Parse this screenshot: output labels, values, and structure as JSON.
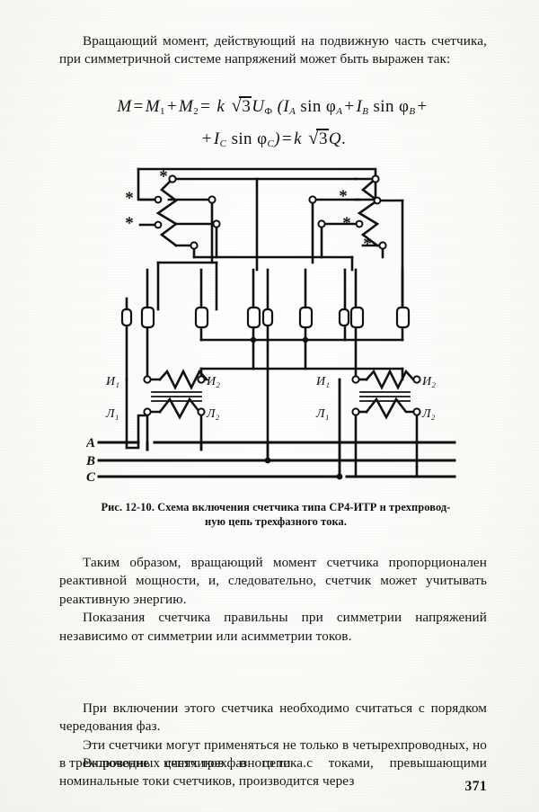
{
  "document": {
    "page_number": "371",
    "language": "ru"
  },
  "intro_paragraph": {
    "text": "Вращающий момент, действующий на подвижную часть счетчика, при симметричной системе напряжений может быть выражен так:"
  },
  "formula": {
    "line1": {
      "lhs": "M",
      "eq1": "=",
      "m1": "M",
      "m1_sub": "1",
      "plus1": "+",
      "m2": "M",
      "m2_sub": "2",
      "eq2": "=",
      "k": "k",
      "root": "√",
      "three": "3",
      "u": "U",
      "u_sub": "Ф",
      "open_paren": "(",
      "ia": "I",
      "ia_sub": "A",
      "sin1": "sin φ",
      "sin1_sub": "A",
      "plus2": "+",
      "ib": "I",
      "ib_sub": "B",
      "sin2": "sin φ",
      "sin2_sub": "B",
      "plus3": "+"
    },
    "line2": {
      "plus": "+",
      "ic": "I",
      "ic_sub": "C",
      "sin3": "sin φ",
      "sin3_sub": "C",
      "close_paren": ")",
      "eq": "=",
      "k": "k",
      "root": "√",
      "three": "3",
      "q": "Q",
      "period": "."
    },
    "plain": "M = M₁ + M₂ = k √3 U_Ф (I_A sin φ_A + I_B sin φ_B + I_C sin φ_C) = k √3 Q."
  },
  "figure": {
    "caption_line1": "Рис. 12-10. Схема включения счетчика типа СР4-ИТР н трехпровод-",
    "caption_line2": "ную цепь трехфазного тока.",
    "figure_number": "12-10",
    "meter_type": "СР4-ИТР",
    "diagram_type": "electrical-wiring-schematic",
    "phase_labels": [
      "А",
      "В",
      "С"
    ],
    "ct_labels_left": [
      "И₁",
      "И₂",
      "Л₁",
      "Л₂"
    ],
    "ct_labels_right": [
      "И₁",
      "И₂",
      "Л₁",
      "Л₂"
    ],
    "polarity_marker": "*",
    "polarity_marker_count": 6,
    "terminal_block_count": 10,
    "measuring_element_count": 2,
    "line_color": "#111111"
  },
  "body": {
    "p1": "Таким образом, вращающий момент счетчика пропорционален реактивной мощности, и, следовательно, счетчик может учитывать реактивную энергию.",
    "p2": "Показания счетчика правильны при симметрии напряжений независимо от симметрии или асимметрии токов.",
    "p3": "При включении этого счетчика необходимо считаться с порядком чередования фаз.",
    "p4": "Эти счетчики могут применяться не только в четырехпроводных, но в трехпроводных цепях трехфазного тока.",
    "p5": "Включение счетчиков в цепи с токами, превышающими номинальные токи счетчиков, производится через"
  }
}
